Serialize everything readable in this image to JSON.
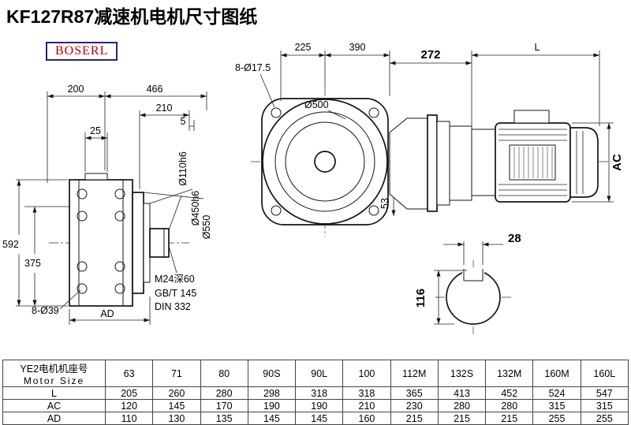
{
  "page": {
    "title": "KF127R87减速机电机尺寸图纸",
    "logo": "BOSERL"
  },
  "left_view": {
    "dim_200": "200",
    "dim_466": "466",
    "dim_210": "210",
    "dim_5": "5",
    "dim_25": "25",
    "dim_592": "592",
    "dim_375": "375",
    "holes_label": "8-Ø39",
    "dim_ad": "AD",
    "thread_label": "M24深60",
    "std_gb": "GB/T 145",
    "std_din": "DIN 332",
    "dia_shaft": "Ø110h6",
    "dia_spigot": "Ø450h6",
    "dia_flange": "Ø550"
  },
  "front_view": {
    "dim_225": "225",
    "dim_390": "390",
    "holes_label": "8-Ø17.5",
    "dia_500": "Ø500",
    "dim_53": "53"
  },
  "motor_view": {
    "dim_272": "272",
    "dim_L": "L",
    "dim_AC": "AC"
  },
  "shaft_section": {
    "dim_28": "28",
    "dim_116": "116"
  },
  "table": {
    "header_cn": "YE2电机机座号",
    "header_en": "Motor Size",
    "sizes": [
      "63",
      "71",
      "80",
      "90S",
      "90L",
      "100",
      "112M",
      "132S",
      "132M",
      "160M",
      "160L"
    ],
    "rows": [
      {
        "label": "L",
        "values": [
          "205",
          "260",
          "280",
          "298",
          "318",
          "318",
          "365",
          "413",
          "452",
          "524",
          "547"
        ]
      },
      {
        "label": "AC",
        "values": [
          "120",
          "145",
          "170",
          "190",
          "190",
          "210",
          "230",
          "280",
          "280",
          "315",
          "315"
        ]
      },
      {
        "label": "AD",
        "values": [
          "110",
          "130",
          "135",
          "145",
          "145",
          "160",
          "215",
          "215",
          "215",
          "255",
          "255"
        ]
      }
    ]
  }
}
